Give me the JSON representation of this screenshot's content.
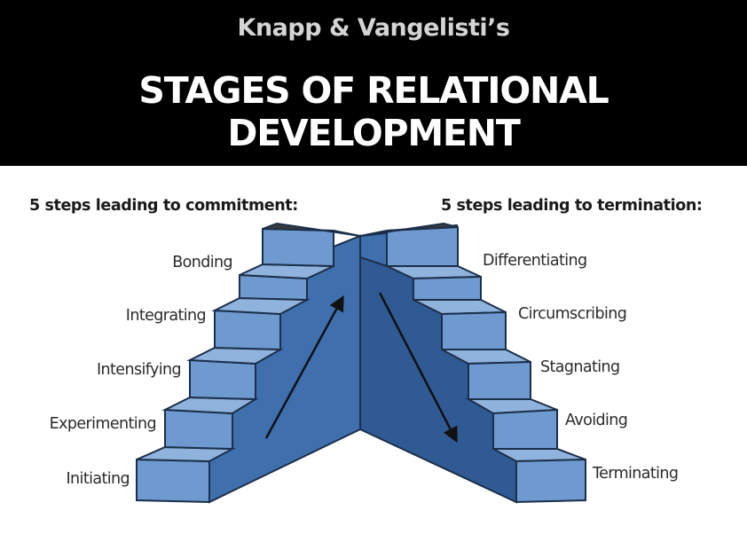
{
  "header": {
    "subtitle": "Knapp & Vangelisti’s",
    "title": "STAGES OF RELATIONAL DEVELOPMENT"
  },
  "commitment": {
    "heading": "5 steps leading  to commitment:",
    "steps": [
      "Bonding",
      "Integrating",
      "Intensifying",
      "Experimenting",
      "Initiating"
    ]
  },
  "termination": {
    "heading": "5 steps leading to termination:",
    "steps": [
      "Differentiating",
      "Circumscribing",
      "Stagnating",
      "Avoiding",
      "Terminating"
    ]
  },
  "colors": {
    "banner": "#000000",
    "step_top": "#8fb3dc",
    "step_face": "#6f9ad0",
    "wall": "#3f6fad",
    "wall_dark": "#2f5a93",
    "outline": "#1b2f4a"
  },
  "icons": [
    "arrow-up-right",
    "arrow-down-right"
  ]
}
